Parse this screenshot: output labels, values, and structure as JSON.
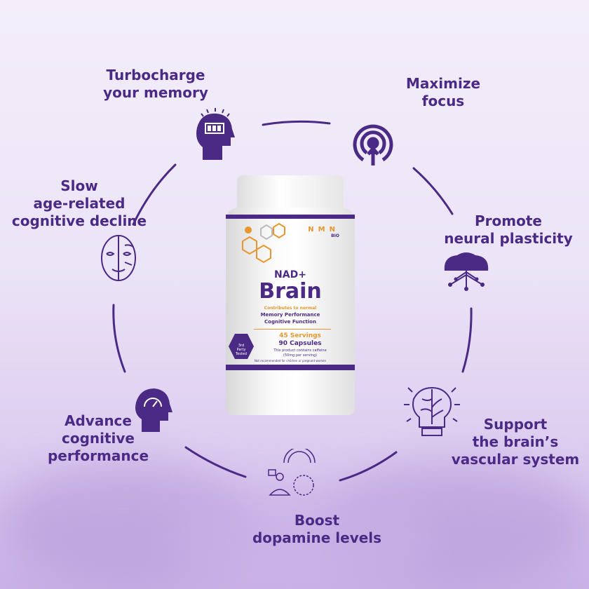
{
  "colors": {
    "primary": "#4b2a86",
    "accent": "#e8962e"
  },
  "benefits": [
    {
      "lines": [
        "Turbocharge",
        "your memory"
      ],
      "icon": "head-battery-icon"
    },
    {
      "lines": [
        "Maximize",
        "focus"
      ],
      "icon": "target-arrow-icon"
    },
    {
      "lines": [
        "Promote",
        "neural plasticity"
      ],
      "icon": "neural-brain-icon"
    },
    {
      "lines": [
        "Support",
        "the brain’s",
        "vascular system"
      ],
      "icon": "brain-lightbulb-icon"
    },
    {
      "lines": [
        "Boost",
        "dopamine levels"
      ],
      "icon": "meditation-dopamine-icon"
    },
    {
      "lines": [
        "Advance",
        "cognitive",
        "performance"
      ],
      "icon": "head-gauge-icon"
    },
    {
      "lines": [
        "Slow",
        "age-related",
        "cognitive decline"
      ],
      "icon": "aging-face-icon"
    }
  ],
  "product": {
    "brand": "NMN BIO",
    "line1": "NAD+",
    "name": "Brain",
    "contributes": "Contributes to normal",
    "claim1": "Memory Performance",
    "claim2": "Cognitive Function",
    "servings": "45 Servings",
    "capsules": "90 Capsules",
    "caffeine": "This product contains caffeine",
    "caffeine_amount": "(50mg per serving)",
    "warning": "Not recommended for children or pregnant women",
    "badge": "3rd Party Tested"
  }
}
